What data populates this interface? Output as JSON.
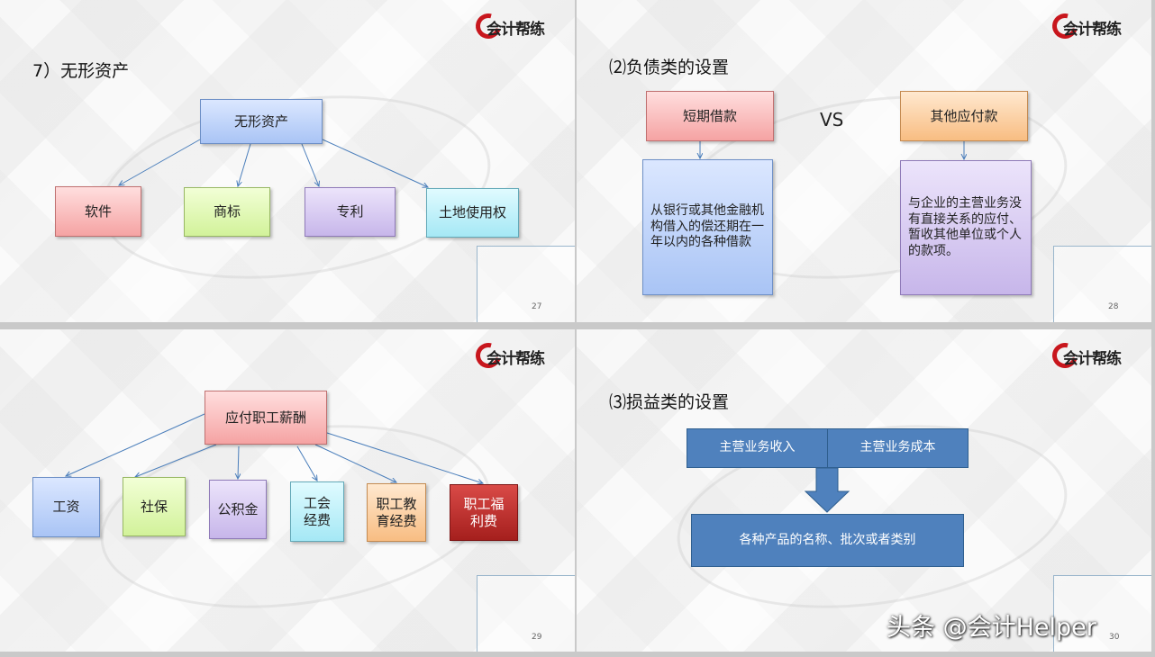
{
  "logo_text": "会计帮练",
  "watermark_author": "头条 @会计Helper",
  "slides": [
    {
      "page": "27",
      "title": "7）无形资产",
      "root": "无形资产",
      "children": [
        "软件",
        "商标",
        "专利",
        "土地使用权"
      ]
    },
    {
      "page": "28",
      "title": "⑵负债类的设置",
      "vs": "VS",
      "left": {
        "label": "短期借款",
        "desc": "从银行或其他金融机构借入的偿还期在一年以内的各种借款"
      },
      "right": {
        "label": "其他应付款",
        "desc": "与企业的主营业务没有直接关系的应付、暂收其他单位或个人的款项。"
      }
    },
    {
      "page": "29",
      "root": "应付职工薪酬",
      "children": [
        "工资",
        "社保",
        "公积金",
        "工会经费",
        "职工教育经费",
        "职工福利费"
      ]
    },
    {
      "page": "30",
      "title": "⑶损益类的设置",
      "top_left": "主营业务收入",
      "top_right": "主营业务成本",
      "bottom": "各种产品的名称、批次或者类别"
    }
  ],
  "colors": {
    "logo_red": "#c8161d",
    "flat_blue": "#4f81bd",
    "connector_blue": "#4a7ebb"
  }
}
